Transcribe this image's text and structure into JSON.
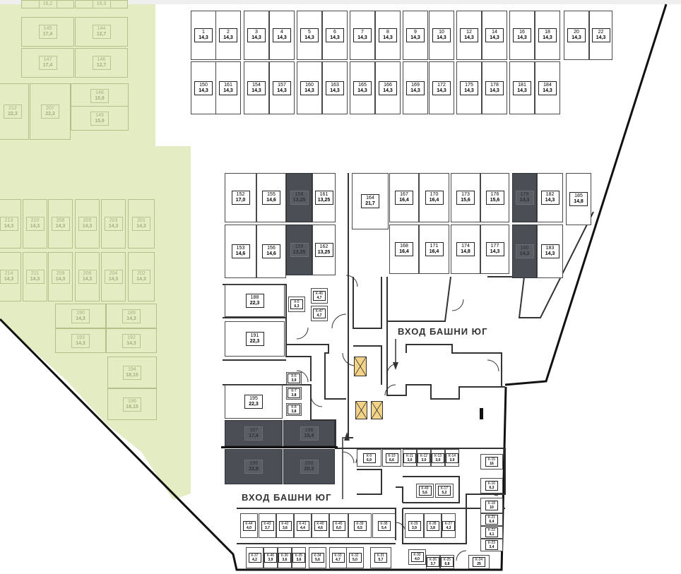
{
  "entrances": {
    "e1": "ВХОД БАШНИ ЮГ",
    "e2": "ВХОД БАШНИ ЮГ"
  },
  "colors": {
    "neighbor_building": "#e4ecc4",
    "unit": "#ffffff",
    "sold_unit": "#4b4e54",
    "lift": "#f3d387",
    "wall": "#111111"
  },
  "units_top": [
    {
      "n": "1",
      "a": "14,3"
    },
    {
      "n": "2",
      "a": "14,3"
    },
    {
      "n": "3",
      "a": "14,3"
    },
    {
      "n": "4",
      "a": "14,3"
    },
    {
      "n": "5",
      "a": "14,3"
    },
    {
      "n": "6",
      "a": "14,3"
    },
    {
      "n": "7",
      "a": "14,3"
    },
    {
      "n": "8",
      "a": "14,3"
    },
    {
      "n": "9",
      "a": "14,3"
    },
    {
      "n": "10",
      "a": "14,3"
    },
    {
      "n": "12",
      "a": "14,3"
    },
    {
      "n": "14",
      "a": "14,3"
    },
    {
      "n": "16",
      "a": "14,3"
    },
    {
      "n": "18",
      "a": "14,3"
    },
    {
      "n": "20",
      "a": "14,3"
    },
    {
      "n": "22",
      "a": "14,3"
    },
    {
      "n": "150",
      "a": "14,3"
    },
    {
      "n": "161",
      "a": "14,3"
    },
    {
      "n": "154",
      "a": "14,3"
    },
    {
      "n": "157",
      "a": "14,3"
    },
    {
      "n": "160",
      "a": "14,3"
    },
    {
      "n": "163",
      "a": "14,3"
    },
    {
      "n": "165",
      "a": "14,3"
    },
    {
      "n": "166",
      "a": "14,3"
    },
    {
      "n": "169",
      "a": "14,3"
    },
    {
      "n": "172",
      "a": "14,3"
    },
    {
      "n": "175",
      "a": "14,3"
    },
    {
      "n": "178",
      "a": "14,3"
    },
    {
      "n": "181",
      "a": "14,3"
    },
    {
      "n": "184",
      "a": "14,3"
    }
  ],
  "units_mid": [
    {
      "n": "152",
      "a": "17,0"
    },
    {
      "n": "155",
      "a": "14,6"
    },
    {
      "n": "158",
      "a": "13,25"
    },
    {
      "n": "161",
      "a": "13,25"
    },
    {
      "n": "164",
      "a": "21,7"
    },
    {
      "n": "167",
      "a": "16,4"
    },
    {
      "n": "170",
      "a": "16,4"
    },
    {
      "n": "173",
      "a": "15,6"
    },
    {
      "n": "176",
      "a": "15,6"
    },
    {
      "n": "179",
      "a": "14,3"
    },
    {
      "n": "182",
      "a": "14,3"
    },
    {
      "n": "185",
      "a": "14,8"
    },
    {
      "n": "153",
      "a": "14,6"
    },
    {
      "n": "156",
      "a": "14,6"
    },
    {
      "n": "159",
      "a": "13,25"
    },
    {
      "n": "162",
      "a": "13,25"
    },
    {
      "n": "168",
      "a": "16,4"
    },
    {
      "n": "171",
      "a": "16,4"
    },
    {
      "n": "174",
      "a": "14,8"
    },
    {
      "n": "177",
      "a": "14,3"
    },
    {
      "n": "180",
      "a": "14,3"
    },
    {
      "n": "183",
      "a": "14,3"
    },
    {
      "n": "188",
      "a": "22,3"
    },
    {
      "n": "191",
      "a": "22,3"
    },
    {
      "n": "195",
      "a": "22,3"
    },
    {
      "n": "197",
      "a": "17,4"
    },
    {
      "n": "198",
      "a": "15,4"
    },
    {
      "n": "199",
      "a": "22,9"
    },
    {
      "n": "200",
      "a": "20,3"
    }
  ],
  "units_green": [
    {
      "n": "16,2",
      "a": ""
    },
    {
      "n": "16,3",
      "a": ""
    },
    {
      "n": "145",
      "a": "17,4"
    },
    {
      "n": "144",
      "a": "12,7"
    },
    {
      "n": "147",
      "a": "17,4"
    },
    {
      "n": "146",
      "a": "12,7"
    },
    {
      "n": "148",
      "a": "15,9"
    },
    {
      "n": "212",
      "a": "22,3"
    },
    {
      "n": "207",
      "a": "22,3"
    },
    {
      "n": "149",
      "a": "15,9"
    },
    {
      "n": "213",
      "a": "14,3"
    },
    {
      "n": "210",
      "a": "14,3"
    },
    {
      "n": "208",
      "a": "14,3"
    },
    {
      "n": "205",
      "a": "14,3"
    },
    {
      "n": "203",
      "a": "14,3"
    },
    {
      "n": "201",
      "a": "14,3"
    },
    {
      "n": "214",
      "a": "14,3"
    },
    {
      "n": "211",
      "a": "14,3"
    },
    {
      "n": "209",
      "a": "14,3"
    },
    {
      "n": "206",
      "a": "14,3"
    },
    {
      "n": "204",
      "a": "14,3"
    },
    {
      "n": "202",
      "a": "14,3"
    },
    {
      "n": "190",
      "a": "14,3"
    },
    {
      "n": "189",
      "a": "14,3"
    },
    {
      "n": "193",
      "a": "14,3"
    },
    {
      "n": "192",
      "a": "14,3"
    },
    {
      "n": "194",
      "a": "18,15"
    },
    {
      "n": "196",
      "a": "18,15"
    }
  ],
  "storage": [
    {
      "n": "К-46",
      "a": "4,7"
    },
    {
      "n": "К-5",
      "a": "6,3"
    },
    {
      "n": "К-47",
      "a": "4,7"
    },
    {
      "n": "К-6",
      "a": "3,9"
    },
    {
      "n": "К-7",
      "a": "3,8"
    },
    {
      "n": "К-8",
      "a": "3,8"
    },
    {
      "n": "К-9",
      "a": "6,9"
    },
    {
      "n": "К-10",
      "a": "6,6"
    },
    {
      "n": "К-11",
      "a": "3,0"
    },
    {
      "n": "К-12",
      "a": "3,0"
    },
    {
      "n": "К-13",
      "a": "3,0"
    },
    {
      "n": "К-14",
      "a": "3,9"
    },
    {
      "n": "К-15",
      "a": "16"
    },
    {
      "n": "К-16",
      "a": "6,3"
    },
    {
      "n": "К-17",
      "a": "5,2"
    },
    {
      "n": "К-18",
      "a": "10"
    },
    {
      "n": "К-49",
      "a": "5,6"
    },
    {
      "n": "К-21",
      "a": "6,4"
    },
    {
      "n": "К-22",
      "a": "4,1"
    },
    {
      "n": "К-23",
      "a": "3,4"
    },
    {
      "n": "К-44",
      "a": "4,0"
    },
    {
      "n": "К-43",
      "a": "3,7"
    },
    {
      "n": "К-42",
      "a": "3,6"
    },
    {
      "n": "К-41",
      "a": "4,4"
    },
    {
      "n": "К-40",
      "a": "4,6"
    },
    {
      "n": "К-45",
      "a": "6,0"
    },
    {
      "n": "К-39",
      "a": "6,5"
    },
    {
      "n": "К-38",
      "a": "5,4"
    },
    {
      "n": "К-29",
      "a": "3,9"
    },
    {
      "n": "К-28",
      "a": "3,8"
    },
    {
      "n": "К-27",
      "a": "4,3"
    },
    {
      "n": "К-37",
      "a": "4,2"
    },
    {
      "n": "К-46",
      "a": "3,9"
    },
    {
      "n": "К-36",
      "a": "3,6"
    },
    {
      "n": "К-35",
      "a": "3,6"
    },
    {
      "n": "К-34",
      "a": "5,6"
    },
    {
      "n": "К-33",
      "a": "4,7"
    },
    {
      "n": "К-32",
      "a": "5,0"
    },
    {
      "n": "К-31",
      "a": "5,7"
    },
    {
      "n": "К-30",
      "a": "4,0"
    },
    {
      "n": "К-26",
      "a": "3,7"
    },
    {
      "n": "К-25",
      "a": "6,8"
    },
    {
      "n": "К-24",
      "a": "25"
    }
  ]
}
